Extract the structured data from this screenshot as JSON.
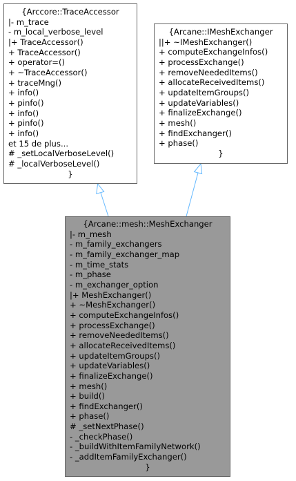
{
  "colors": {
    "edge": "#63b8ff",
    "border": "#666666",
    "focus_fill": "#999999",
    "box_fill": "#ffffff"
  },
  "trace_accessor": {
    "title": "{Arccore::TraceAccessor",
    "members": [
      "|- m_trace",
      "- m_local_verbose_level",
      "|+ TraceAccessor()",
      "+ TraceAccessor()",
      "+ operator=()",
      "+ ~TraceAccessor()",
      "+ traceMng()",
      "+ info()",
      "+ pinfo()",
      "+ info()",
      "+ pinfo()",
      "+ info()",
      "et 15 de plus...",
      "# _setLocalVerboseLevel()",
      "# _localVerboseLevel()"
    ],
    "close": "}"
  },
  "imesh_exchanger": {
    "title": "{Arcane::IMeshExchanger",
    "members": [
      "||+ ~IMeshExchanger()",
      "+ computeExchangeInfos()",
      "+ processExchange()",
      "+ removeNeededItems()",
      "+ allocateReceivedItems()",
      "+ updateItemGroups()",
      "+ updateVariables()",
      "+ finalizeExchange()",
      "+ mesh()",
      "+ findExchanger()",
      "+ phase()"
    ],
    "close": "}"
  },
  "mesh_exchanger": {
    "title": "{Arcane::mesh::MeshExchanger",
    "members": [
      "|- m_mesh",
      "- m_family_exchangers",
      "- m_family_exchanger_map",
      "- m_time_stats",
      "- m_phase",
      "- m_exchanger_option",
      "|+ MeshExchanger()",
      "+ ~MeshExchanger()",
      "+ computeExchangeInfos()",
      "+ processExchange()",
      "+ removeNeededItems()",
      "+ allocateReceivedItems()",
      "+ updateItemGroups()",
      "+ updateVariables()",
      "+ finalizeExchange()",
      "+ mesh()",
      "+ build()",
      "+ findExchanger()",
      "+ phase()",
      "# _setNextPhase()",
      "- _checkPhase()",
      "- _buildWithItemFamilyNetwork()",
      "- _addItemFamilyExchanger()"
    ],
    "close": "}"
  }
}
